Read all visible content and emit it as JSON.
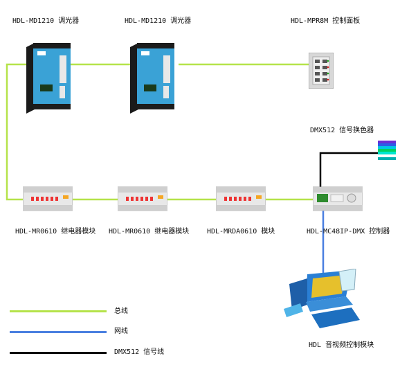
{
  "devices": {
    "dimmer1": "HDL-MD1210 调光器",
    "dimmer2": "HDL-MD1210 调光器",
    "panel": "HDL-MPR8M 控制面板",
    "dmx_changer": "DMX512 信号换色器",
    "relay1": "HDL-MR0610 继电器模块",
    "relay2": "HDL-MR0610 继电器模块",
    "dimmer_module": "HDL-MRDA0610 模块",
    "controller": "HDL-MC48IP-DMX 控制器",
    "av_module": "HDL 音视频控制模块"
  },
  "legend": [
    {
      "label": "总线",
      "color": "#b5e34a"
    },
    {
      "label": "网线",
      "color": "#4a7fe0"
    },
    {
      "label": "DMX512 信号线",
      "color": "#000000"
    }
  ]
}
